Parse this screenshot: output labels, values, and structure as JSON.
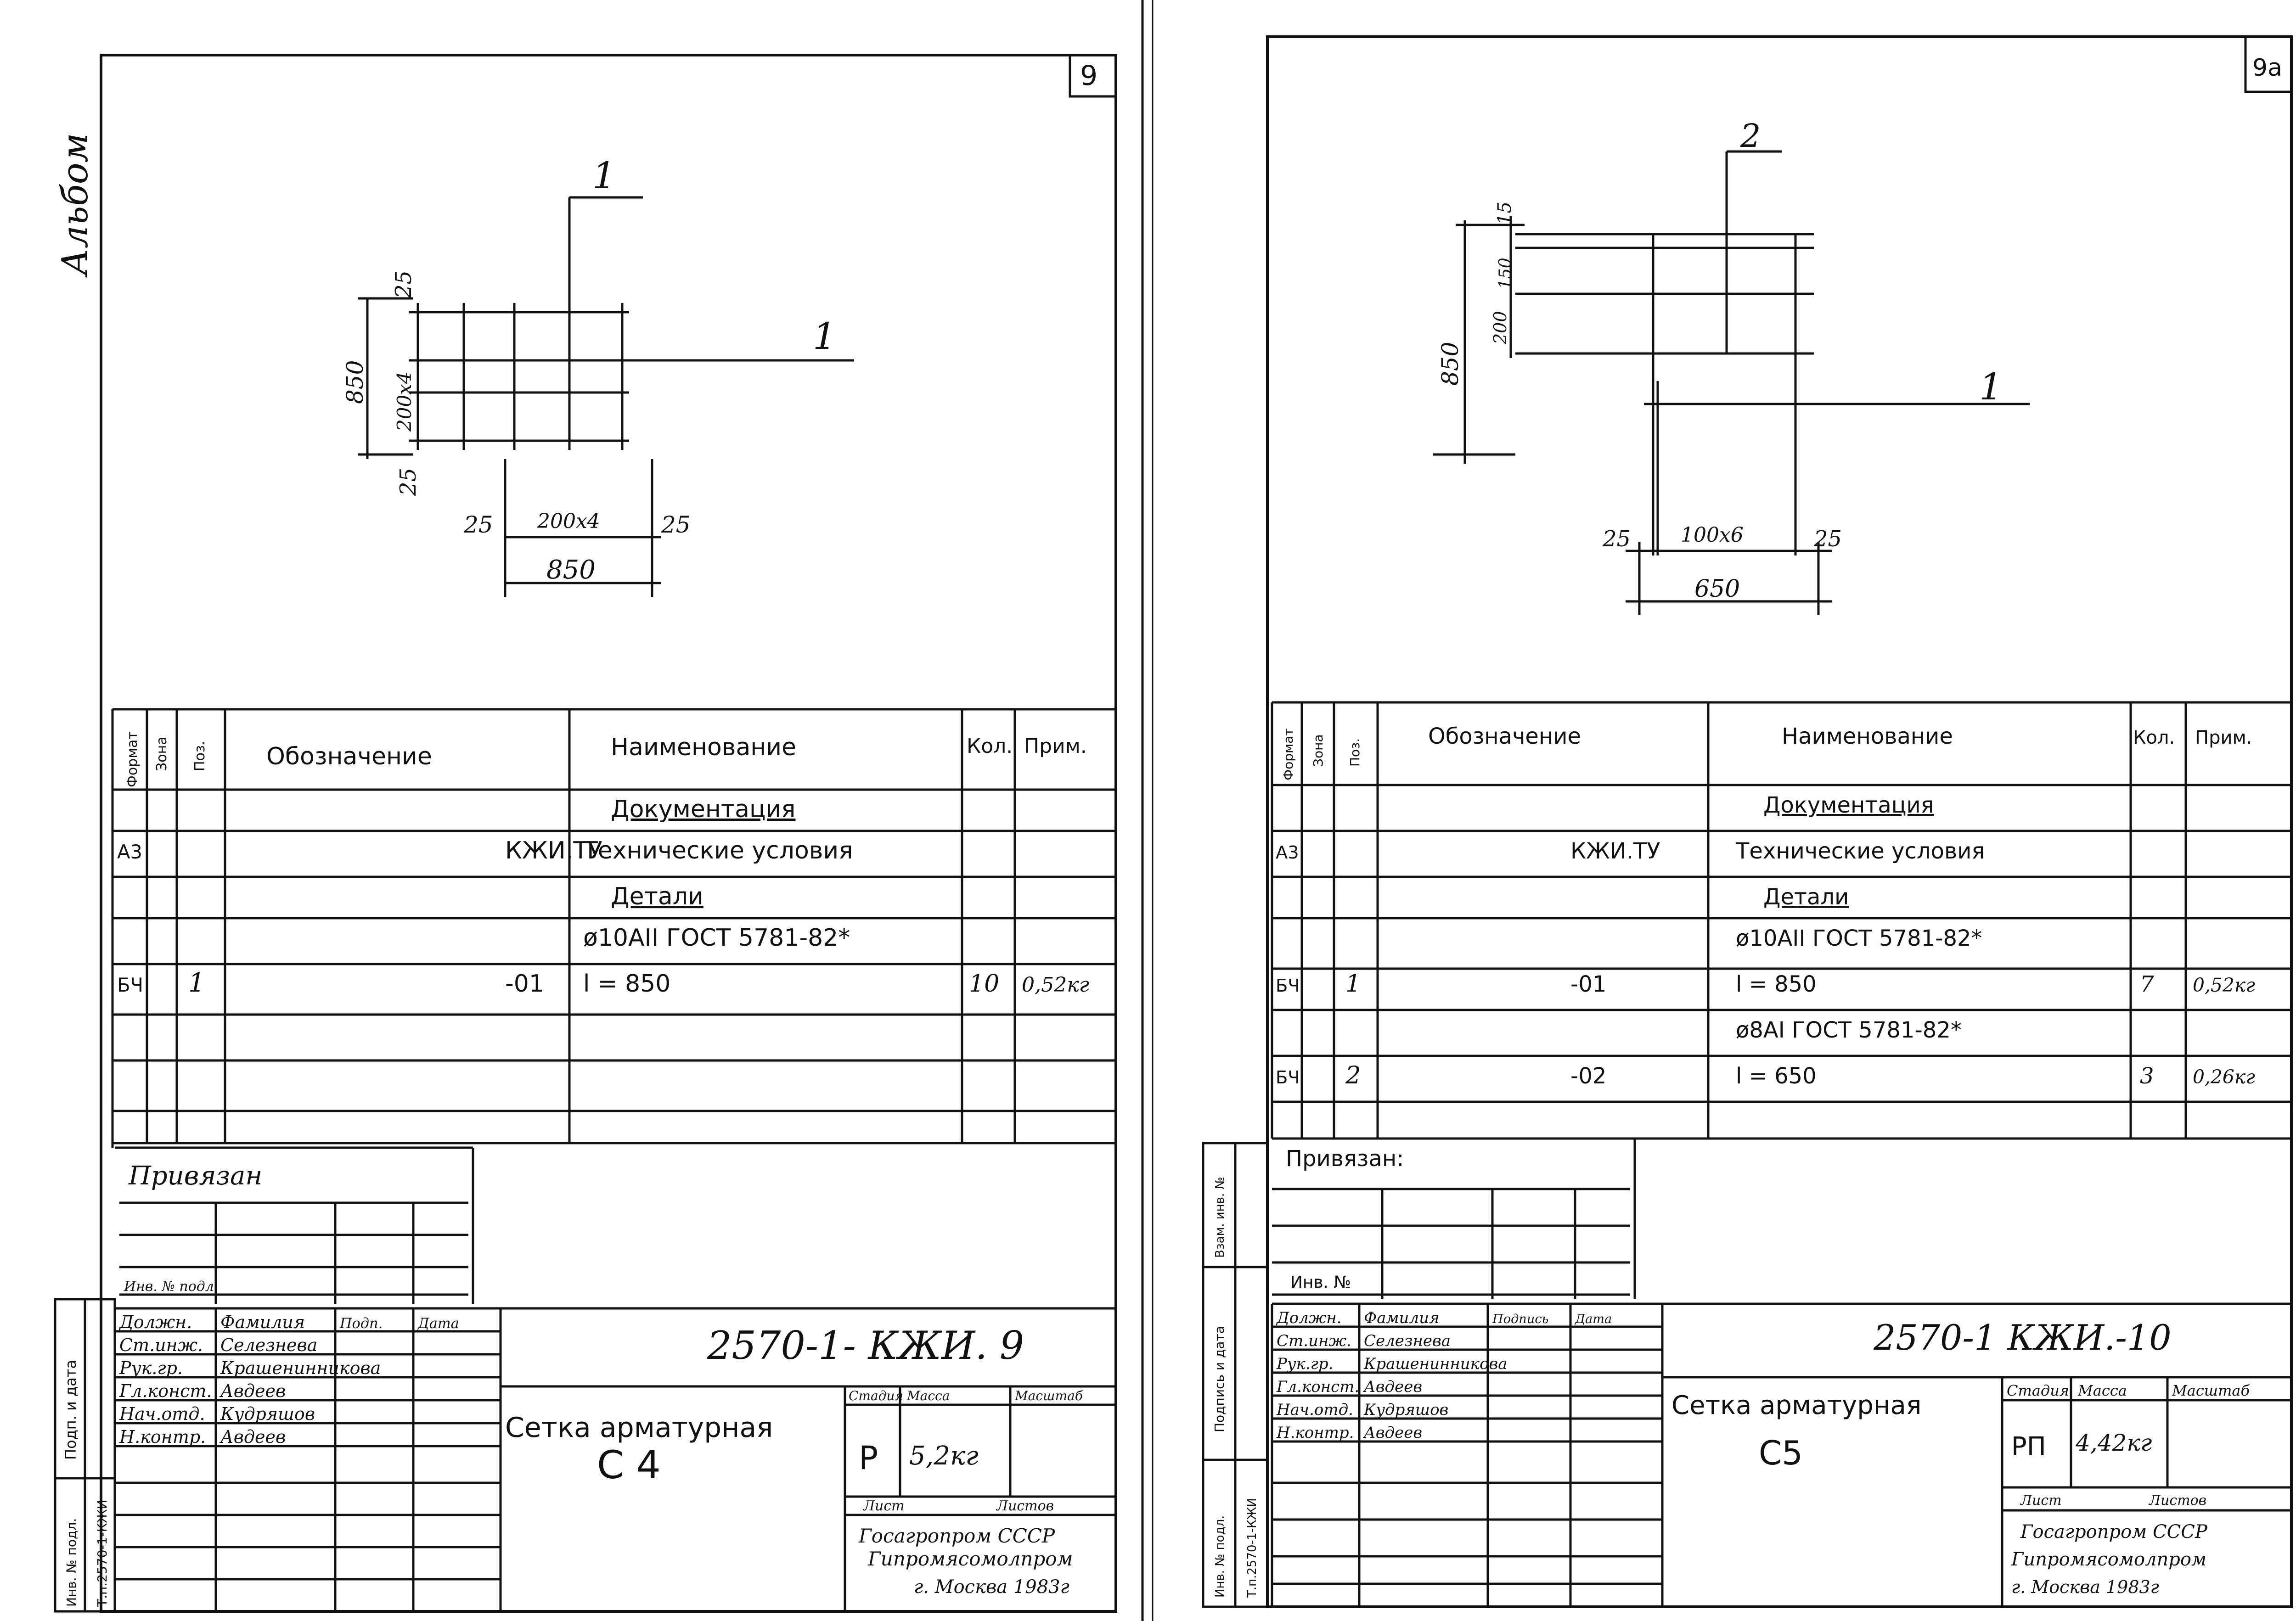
{
  "album_label": "Альбом",
  "sheets": [
    {
      "sheet_number": "9",
      "drawing": {
        "section_marks": [
          "1",
          "1"
        ],
        "dims": {
          "left_total": "850",
          "left_middle": "200x4",
          "left_top": "25",
          "left_bottom": "25",
          "bottom_left": "25",
          "bottom_middle": "200x4",
          "bottom_right": "25",
          "bottom_total": "850"
        }
      },
      "spec": {
        "headers": {
          "format": "Формат",
          "zone": "Зона",
          "pos": "Поз.",
          "designation": "Обозначение",
          "name": "Наименование",
          "qty": "Кол.",
          "note": "Прим."
        },
        "rows": [
          {
            "format": "",
            "pos": "",
            "designation": "",
            "name": "Документация",
            "qty": "",
            "note": "",
            "style": "section"
          },
          {
            "format": "А3",
            "pos": "",
            "designation": "КЖИ.ТУ",
            "name": "Технические условия",
            "qty": "",
            "note": "",
            "style": "normal"
          },
          {
            "format": "",
            "pos": "",
            "designation": "",
            "name": "Детали",
            "qty": "",
            "note": "",
            "style": "section"
          },
          {
            "format": "",
            "pos": "",
            "designation": "",
            "name": "ø10АII ГОСТ 5781-82*",
            "qty": "",
            "note": "",
            "style": "normal"
          },
          {
            "format": "БЧ",
            "pos": "1",
            "designation": "-01",
            "name": "l = 850",
            "qty": "10",
            "note": "0,52кг",
            "style": "normal"
          },
          {
            "format": "",
            "pos": "",
            "designation": "",
            "name": "",
            "qty": "",
            "note": "",
            "style": "normal"
          },
          {
            "format": "",
            "pos": "",
            "designation": "",
            "name": "",
            "qty": "",
            "note": "",
            "style": "normal"
          }
        ]
      },
      "privyazan": {
        "title": "Привязан",
        "inv_label": "Инв. № подл."
      },
      "side_stamp": {
        "cells": [
          "Подп. и дата",
          "Инв. № подл.",
          "Т.п.2570-1-КЖИ"
        ]
      },
      "title_block": {
        "code": "2570-1- КЖИ. 9",
        "staff": [
          {
            "role": "Должн.",
            "name": "Фамилия",
            "sign": "Подп.",
            "date": "Дата"
          },
          {
            "role": "Ст.инж.",
            "name": "Селезнева",
            "sign": "",
            "date": ""
          },
          {
            "role": "Рук.гр.",
            "name": "Крашенинникова",
            "sign": "",
            "date": ""
          },
          {
            "role": "Гл.конст.",
            "name": "Авдеев",
            "sign": "",
            "date": ""
          },
          {
            "role": "Нач.отд.",
            "name": "Кудряшов",
            "sign": "",
            "date": ""
          },
          {
            "role": "Н.контр.",
            "name": "Авдеев",
            "sign": "",
            "date": ""
          }
        ],
        "title_line1": "Сетка арматурная",
        "title_line2": "С 4",
        "stage_label": "Стадия",
        "mass_label": "Масса",
        "scale_label": "Масштаб",
        "stage": "Р",
        "mass": "5,2кг",
        "scale": "",
        "sheet_label": "Лист",
        "sheets_label": "Листов",
        "org_line1": "Госагропром СССР",
        "org_line2": "Гипромясомолпром",
        "org_line3": "г. Москва   1983г"
      }
    },
    {
      "sheet_number": "9а",
      "drawing": {
        "section_marks": [
          "2",
          "1"
        ],
        "dims": {
          "left_total": "850",
          "left_middle": "200",
          "left_top": "15",
          "left_small": "150",
          "bottom_left": "25",
          "bottom_middle": "100x6",
          "bottom_right": "25",
          "bottom_total": "650"
        }
      },
      "spec": {
        "headers": {
          "format": "Формат",
          "zone": "Зона",
          "pos": "Поз.",
          "designation": "Обозначение",
          "name": "Наименование",
          "qty": "Кол.",
          "note": "Прим."
        },
        "rows": [
          {
            "format": "",
            "pos": "",
            "designation": "",
            "name": "Документация",
            "qty": "",
            "note": "",
            "style": "section"
          },
          {
            "format": "А3",
            "pos": "",
            "designation": "КЖИ.ТУ",
            "name": "Технические условия",
            "qty": "",
            "note": "",
            "style": "normal"
          },
          {
            "format": "",
            "pos": "",
            "designation": "",
            "name": "Детали",
            "qty": "",
            "note": "",
            "style": "section"
          },
          {
            "format": "",
            "pos": "",
            "designation": "",
            "name": "ø10АII ГОСТ 5781-82*",
            "qty": "",
            "note": "",
            "style": "normal"
          },
          {
            "format": "БЧ",
            "pos": "1",
            "designation": "-01",
            "name": "l = 850",
            "qty": "7",
            "note": "0,52кг",
            "style": "normal"
          },
          {
            "format": "",
            "pos": "",
            "designation": "",
            "name": "ø8АI ГОСТ 5781-82*",
            "qty": "",
            "note": "",
            "style": "normal"
          },
          {
            "format": "БЧ",
            "pos": "2",
            "designation": "-02",
            "name": "l = 650",
            "qty": "3",
            "note": "0,26кг",
            "style": "normal"
          },
          {
            "format": "",
            "pos": "",
            "designation": "",
            "name": "",
            "qty": "",
            "note": "",
            "style": "normal"
          }
        ]
      },
      "privyazan": {
        "title": "Привязан:",
        "inv_label": "Инв. №"
      },
      "side_stamp": {
        "cells": [
          "Взам. инв. №",
          "Подпись и дата",
          "Инв. № подл.",
          "Т.п.2570-1-КЖИ"
        ]
      },
      "title_block": {
        "code": "2570-1 КЖИ.-10",
        "staff": [
          {
            "role": "Должн.",
            "name": "Фамилия",
            "sign": "Подпись",
            "date": "Дата"
          },
          {
            "role": "Ст.инж.",
            "name": "Селезнева",
            "sign": "",
            "date": ""
          },
          {
            "role": "Рук.гр.",
            "name": "Крашенинникова",
            "sign": "",
            "date": ""
          },
          {
            "role": "Гл.конст.",
            "name": "Авдеев",
            "sign": "",
            "date": ""
          },
          {
            "role": "Нач.отд.",
            "name": "Кудряшов",
            "sign": "",
            "date": ""
          },
          {
            "role": "Н.контр.",
            "name": "Авдеев",
            "sign": "",
            "date": ""
          }
        ],
        "title_line1": "Сетка арматурная",
        "title_line2": "С5",
        "stage_label": "Стадия",
        "mass_label": "Масса",
        "scale_label": "Масштаб",
        "stage": "РП",
        "mass": "4,42кг",
        "scale": "",
        "sheet_label": "Лист",
        "sheets_label": "Листов",
        "org_line1": "Госагропром СССР",
        "org_line2": "Гипромясомолпром",
        "org_line3": "г. Москва   1983г"
      }
    }
  ]
}
